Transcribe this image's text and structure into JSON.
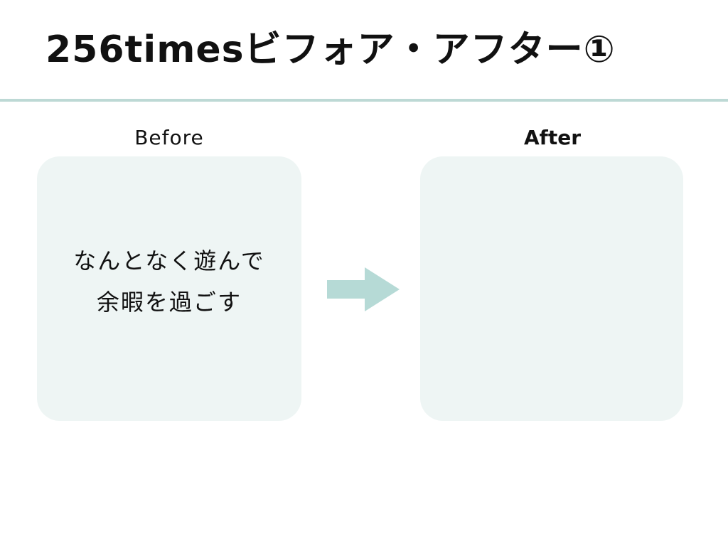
{
  "slide": {
    "title": "256timesビフォア・アフター①"
  },
  "before": {
    "label": "Before",
    "lines": [
      "なんとなく遊んで",
      "余暇を過ごす"
    ]
  },
  "after": {
    "label": "After"
  },
  "colors": {
    "title_rule": "#bdd9d5",
    "panel_fill": "#eef5f4",
    "arrow": "#b6dad6",
    "text": "#111111"
  },
  "icons": {
    "transition_arrow": "right-arrow-icon"
  }
}
